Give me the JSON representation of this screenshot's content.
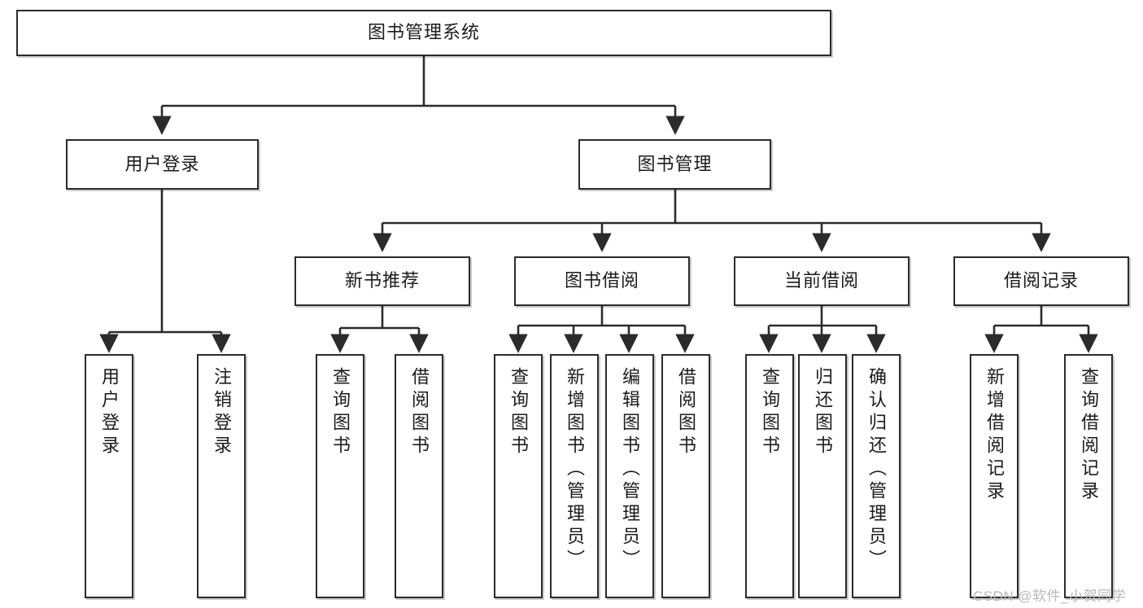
{
  "diagram": {
    "title_text": "图书管理系统",
    "type": "hierarchical-tree",
    "orientation": "top-down",
    "line_color": "#2b2b2b",
    "box_fill": "#ffffff",
    "text_color": "#1b1b1b"
  },
  "root": {
    "label": "图书管理系统"
  },
  "level2": {
    "user_login": "用户登录",
    "book_management": "图书管理"
  },
  "level3": {
    "new_book_recommend": "新书推荐",
    "book_borrow": "图书借阅",
    "current_borrow": "当前借阅",
    "borrow_record": "借阅记录"
  },
  "leaves": {
    "user_login_children": [
      "用户登录",
      "注销登录"
    ],
    "new_book_recommend_children": [
      "查询图书",
      "借阅图书"
    ],
    "book_borrow_children": [
      "查询图书",
      "新增图书（管理员）",
      "编辑图书（管理员）",
      "借阅图书"
    ],
    "current_borrow_children": [
      "查询图书",
      "归还图书",
      "确认归还（管理员）"
    ],
    "borrow_record_children": [
      "新增借阅记录",
      "查询借阅记录"
    ]
  },
  "watermark": {
    "text": "CSDN @软件_小贺同学"
  }
}
